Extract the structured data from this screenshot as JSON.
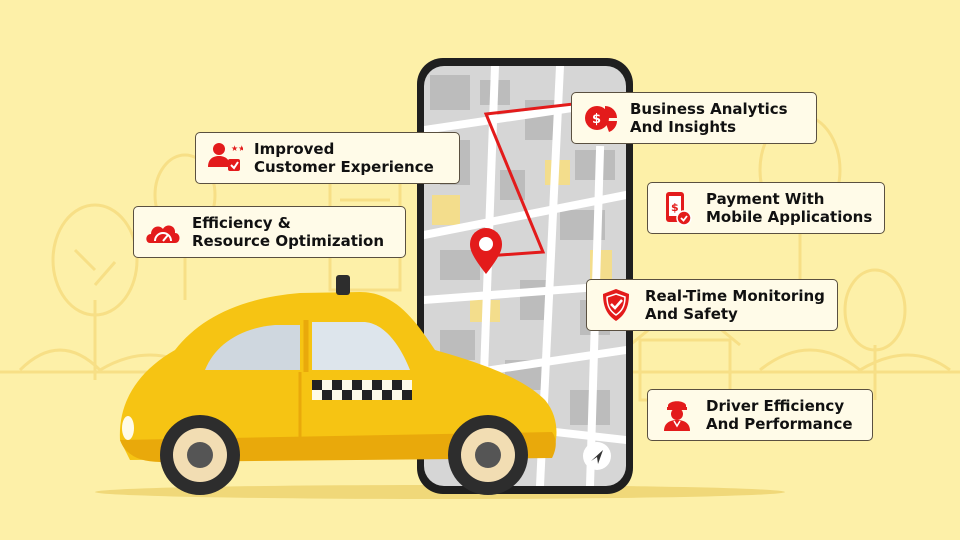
{
  "colors": {
    "background": "#fdf0a8",
    "accent_red": "#e31b1b",
    "taxi_yellow": "#f6c413",
    "card_fill": "#fffbe8"
  },
  "features": [
    {
      "id": "customer-experience",
      "icon": "customer-rating-icon",
      "line1": "Improved",
      "line2": "Customer Experience"
    },
    {
      "id": "efficiency",
      "icon": "cloud-gauge-icon",
      "line1": "Efficiency &",
      "line2": "Resource Optimization"
    },
    {
      "id": "analytics",
      "icon": "analytics-pie-icon",
      "line1": "Business Analytics",
      "line2": "And Insights"
    },
    {
      "id": "payment",
      "icon": "mobile-payment-icon",
      "line1": "Payment With",
      "line2": "Mobile Applications"
    },
    {
      "id": "monitoring",
      "icon": "shield-check-icon",
      "line1": "Real-Time Monitoring",
      "line2": "And Safety"
    },
    {
      "id": "driver",
      "icon": "driver-icon",
      "line1": "Driver Efficiency",
      "line2": "And Performance"
    }
  ]
}
